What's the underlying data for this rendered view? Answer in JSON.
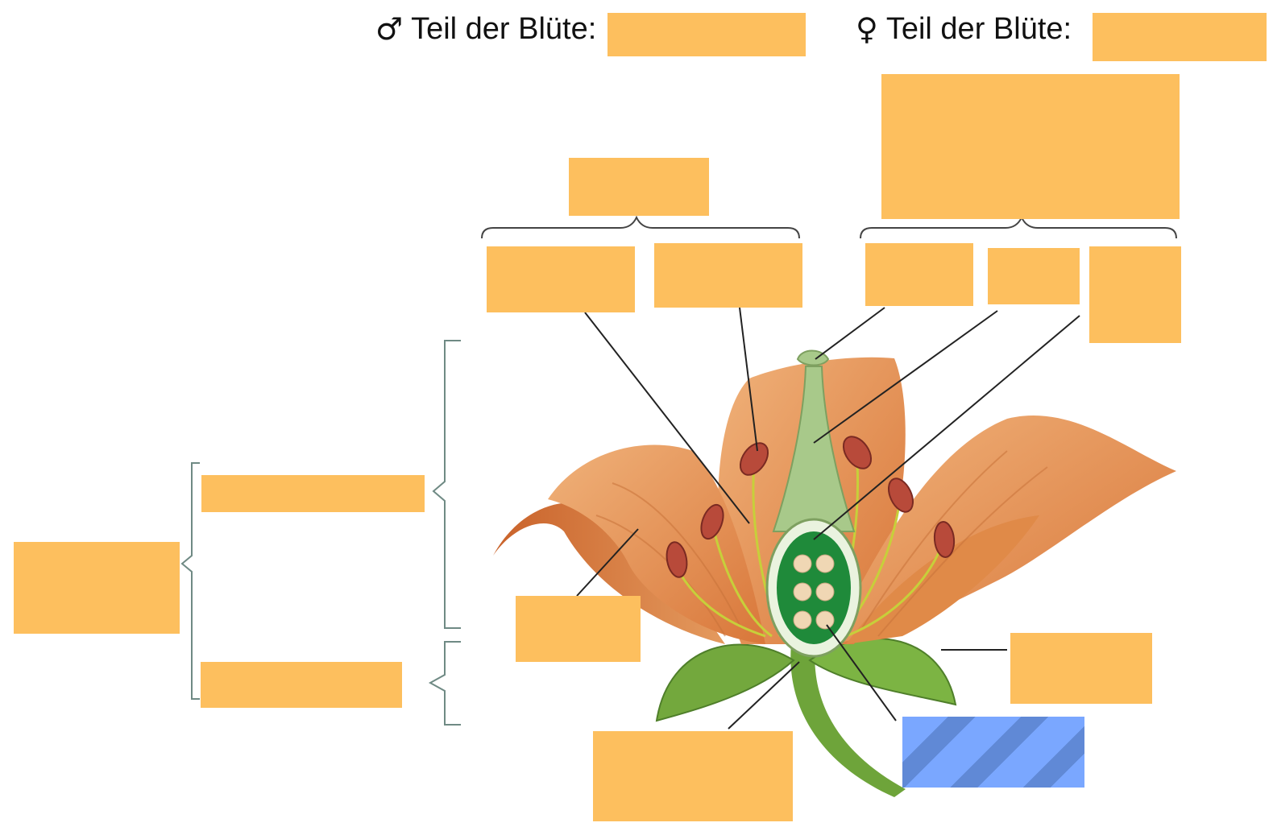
{
  "colors": {
    "label_box": "#fdbf5e",
    "selected_box": "#7aa7ff",
    "petal": "#e39a5c",
    "ovary": "#1f8a3a",
    "stem": "#6ea43a"
  },
  "header": {
    "male_symbol": "♂",
    "male_label": "Teil der Blüte:",
    "female_symbol": "♀",
    "female_label": "Teil der Blüte:"
  },
  "selected_label": "ovule-label-box"
}
